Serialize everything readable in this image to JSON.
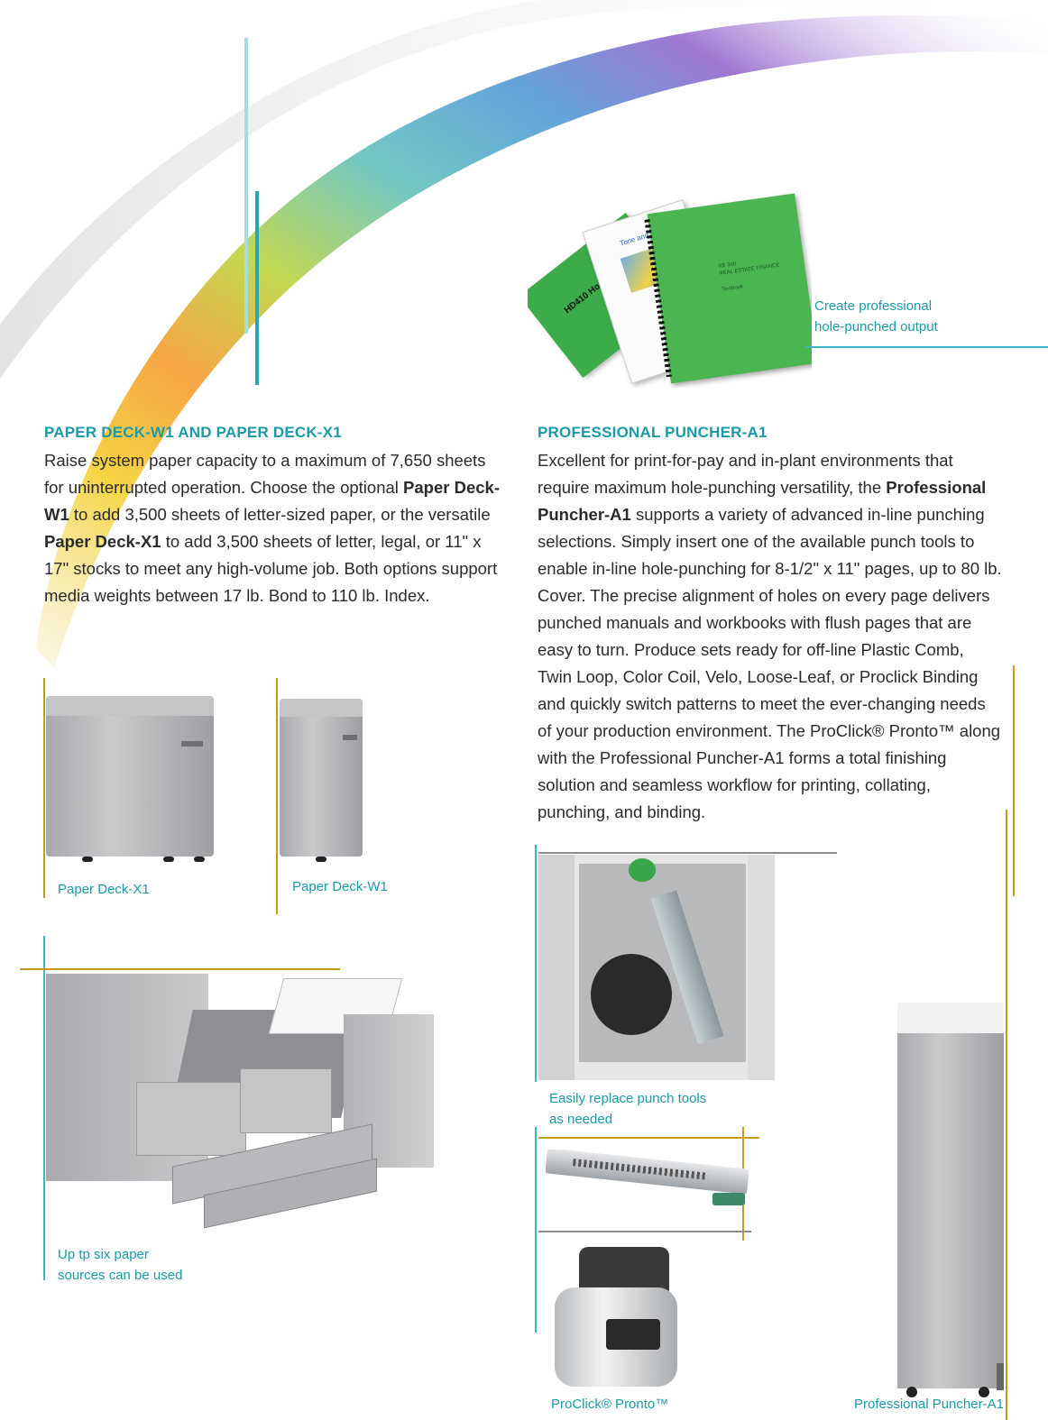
{
  "left": {
    "heading": "PAPER DECK-W1 AND PAPER DECK-X1",
    "body_1": "Raise system paper capacity to a maximum of 7,650 sheets for uninterrupted operation. Choose the optional ",
    "bold_1": "Paper Deck-W1",
    "body_2": " to add 3,500 sheets of letter-sized paper, or the versatile ",
    "bold_2": "Paper Deck-X1",
    "body_3": " to add 3,500 sheets of letter, legal, or 11\" x 17\" stocks to meet any high-volume job. Both options support media weights between 17 lb. Bond to 110 lb. Index."
  },
  "right": {
    "heading": "PROFESSIONAL PUNCHER-A1",
    "body_1": "Excellent for print-for-pay and in-plant environments that require maximum hole-punching versatility, the ",
    "bold_1": "Professional Puncher-A1",
    "body_2": " supports a variety of advanced in-line punching selections. Simply insert one of the available punch tools to enable in-line hole-punching for 8-1/2\" x 11\" pages, up to 80 lb. Cover. The precise alignment of holes on every page delivers punched manuals and workbooks with flush pages that are easy to turn. Produce sets ready for off-line Plastic Comb, Twin Loop, Color Coil, Velo, Loose-Leaf, or Proclick Binding and quickly switch patterns to meet the ever-changing needs of your production environment. The ProClick® Pronto™ along with the Professional Puncher-A1 forms a total finishing solution and seamless workflow for printing, collating, punching, and binding."
  },
  "captions": {
    "hole_punched_1": "Create professional",
    "hole_punched_2": "hole-punched output",
    "deck_x1": "Paper Deck-X1",
    "deck_w1": "Paper Deck-W1",
    "six_sources_1": "Up tp six paper",
    "six_sources_2": "sources can be used",
    "punch_tools_1": "Easily replace punch tools",
    "punch_tools_2": "as needed",
    "proclick": "ProClick® Pronto™",
    "puncher": "Professional Puncher-A1"
  },
  "book_labels": {
    "book1": "HD410 Home",
    "book2": "Tone and Tech",
    "book3_line1": "RE 300",
    "book3_line2": "REAL ESTATE FINANCE",
    "book3_line3": "Textbook"
  },
  "colors": {
    "accent": "#1a9aa8",
    "gold_rule": "#c89a1a",
    "teal_rule": "#3bb5be"
  }
}
